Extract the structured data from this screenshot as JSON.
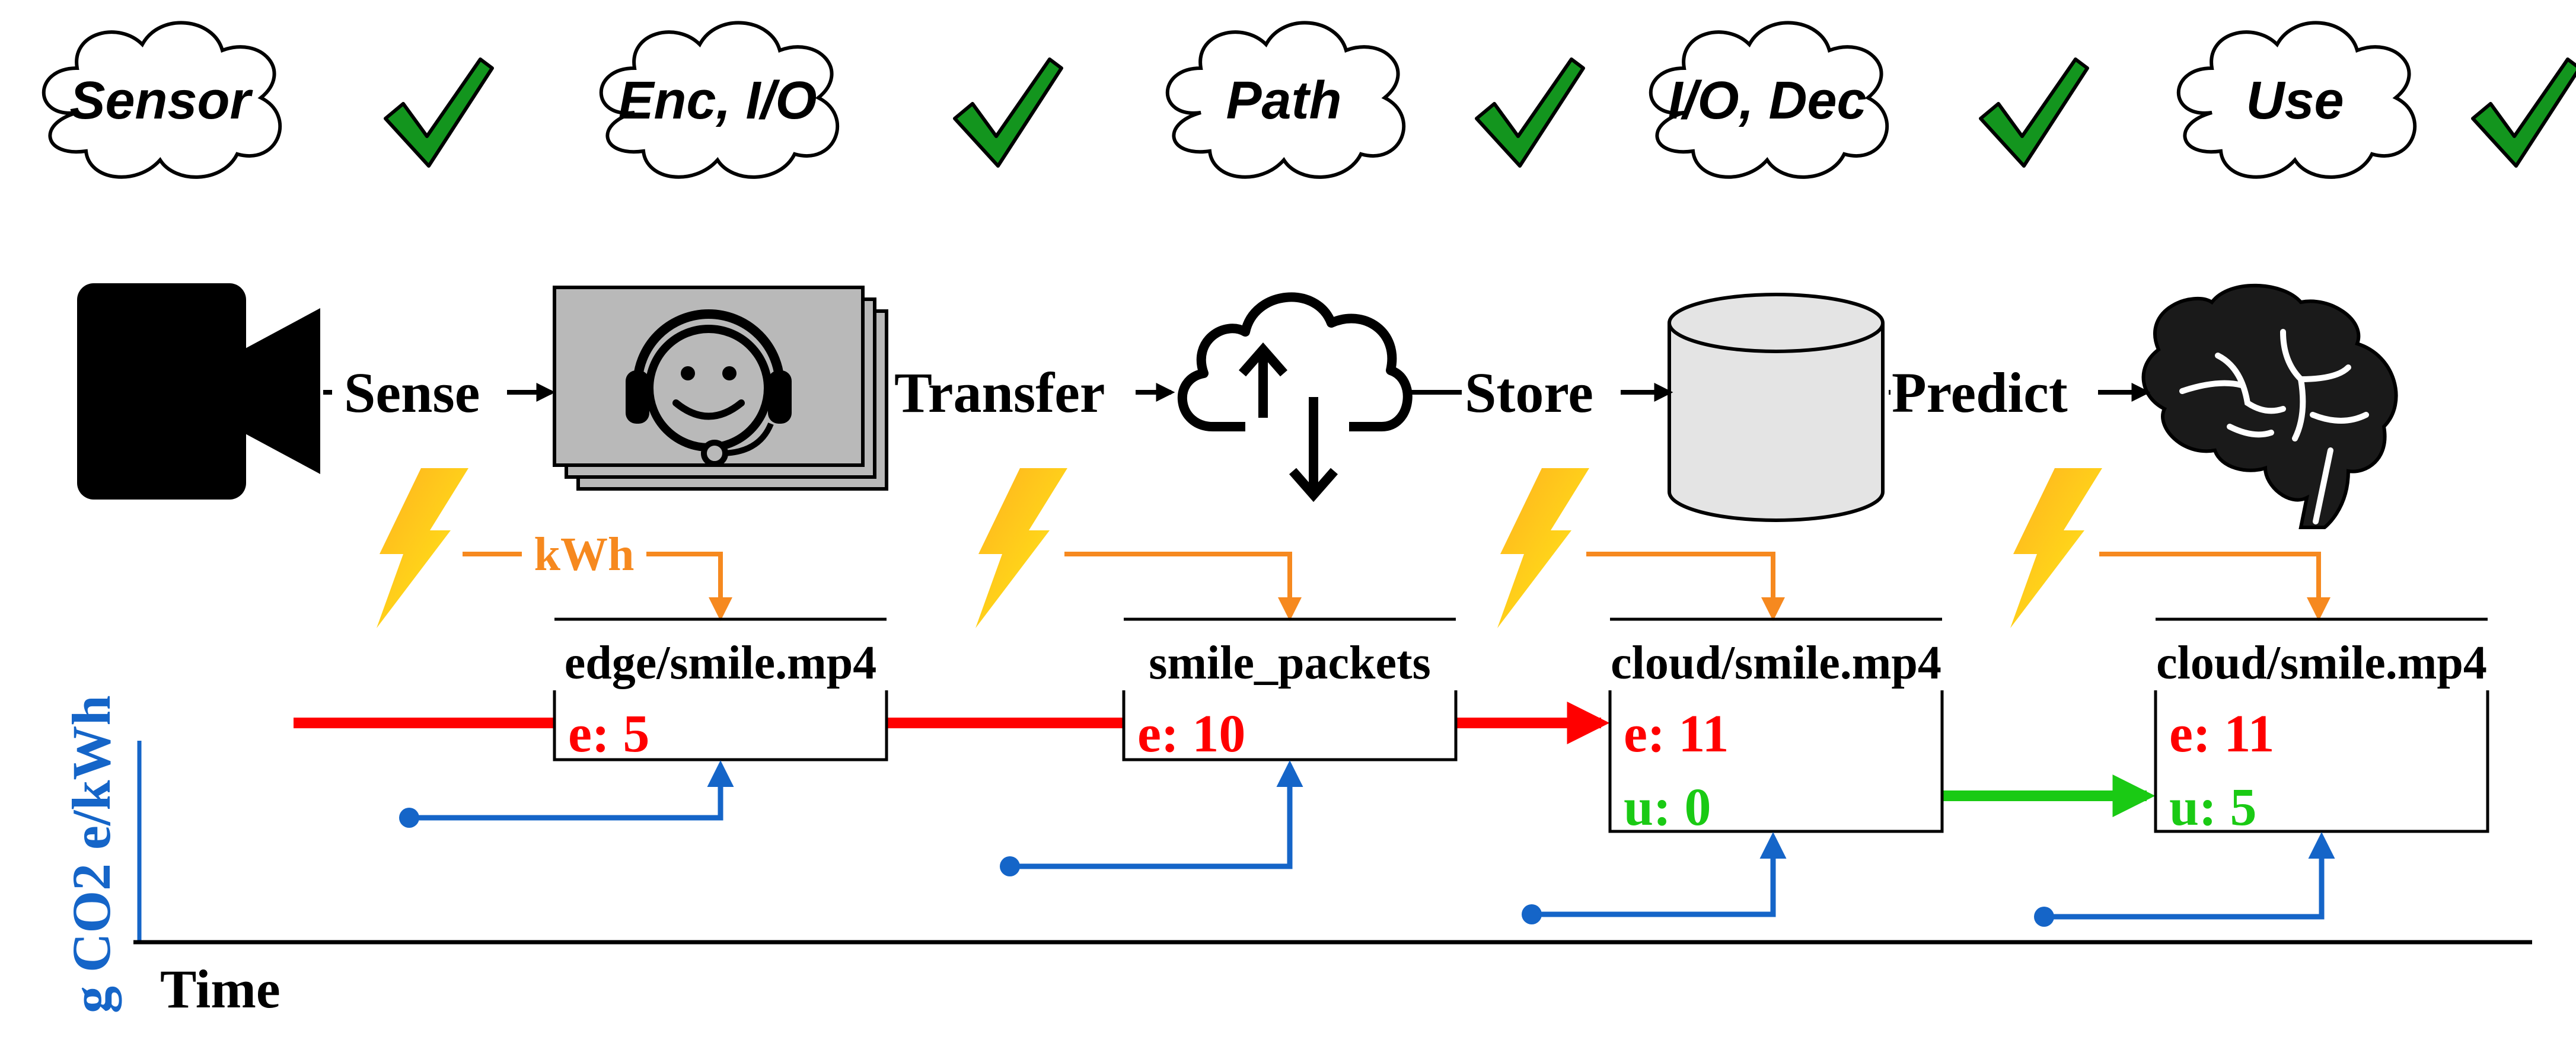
{
  "stages": [
    {
      "label": "Sensor"
    },
    {
      "label": "Enc, I/O"
    },
    {
      "label": "Path"
    },
    {
      "label": "I/O, Dec"
    },
    {
      "label": "Use"
    }
  ],
  "actions": {
    "sense": "Sense",
    "transfer": "Transfer",
    "store": "Store",
    "predict": "Predict"
  },
  "energy_unit": "kWh",
  "records": [
    {
      "file": "edge/smile.mp4",
      "e": "e: 5",
      "u": ""
    },
    {
      "file": "smile_packets",
      "e": "e: 10",
      "u": ""
    },
    {
      "file": "cloud/smile.mp4",
      "e": "e: 11",
      "u": "u: 0"
    },
    {
      "file": "cloud/smile.mp4",
      "e": "e: 11",
      "u": "u: 5"
    }
  ],
  "axes": {
    "x_label": "Time",
    "y_label": "g CO2 e/kWh"
  },
  "icons": [
    "camera-icon",
    "agent-icon",
    "cloud-transfer-icon",
    "database-icon",
    "brain-icon",
    "lightning-icon",
    "checkmark-icon"
  ],
  "colors": {
    "embodied_line": "#ff0000",
    "use_line": "#1aca14",
    "carbon_intensity": "#1565c8",
    "energy": "#f6891f",
    "check": "#13951e"
  }
}
